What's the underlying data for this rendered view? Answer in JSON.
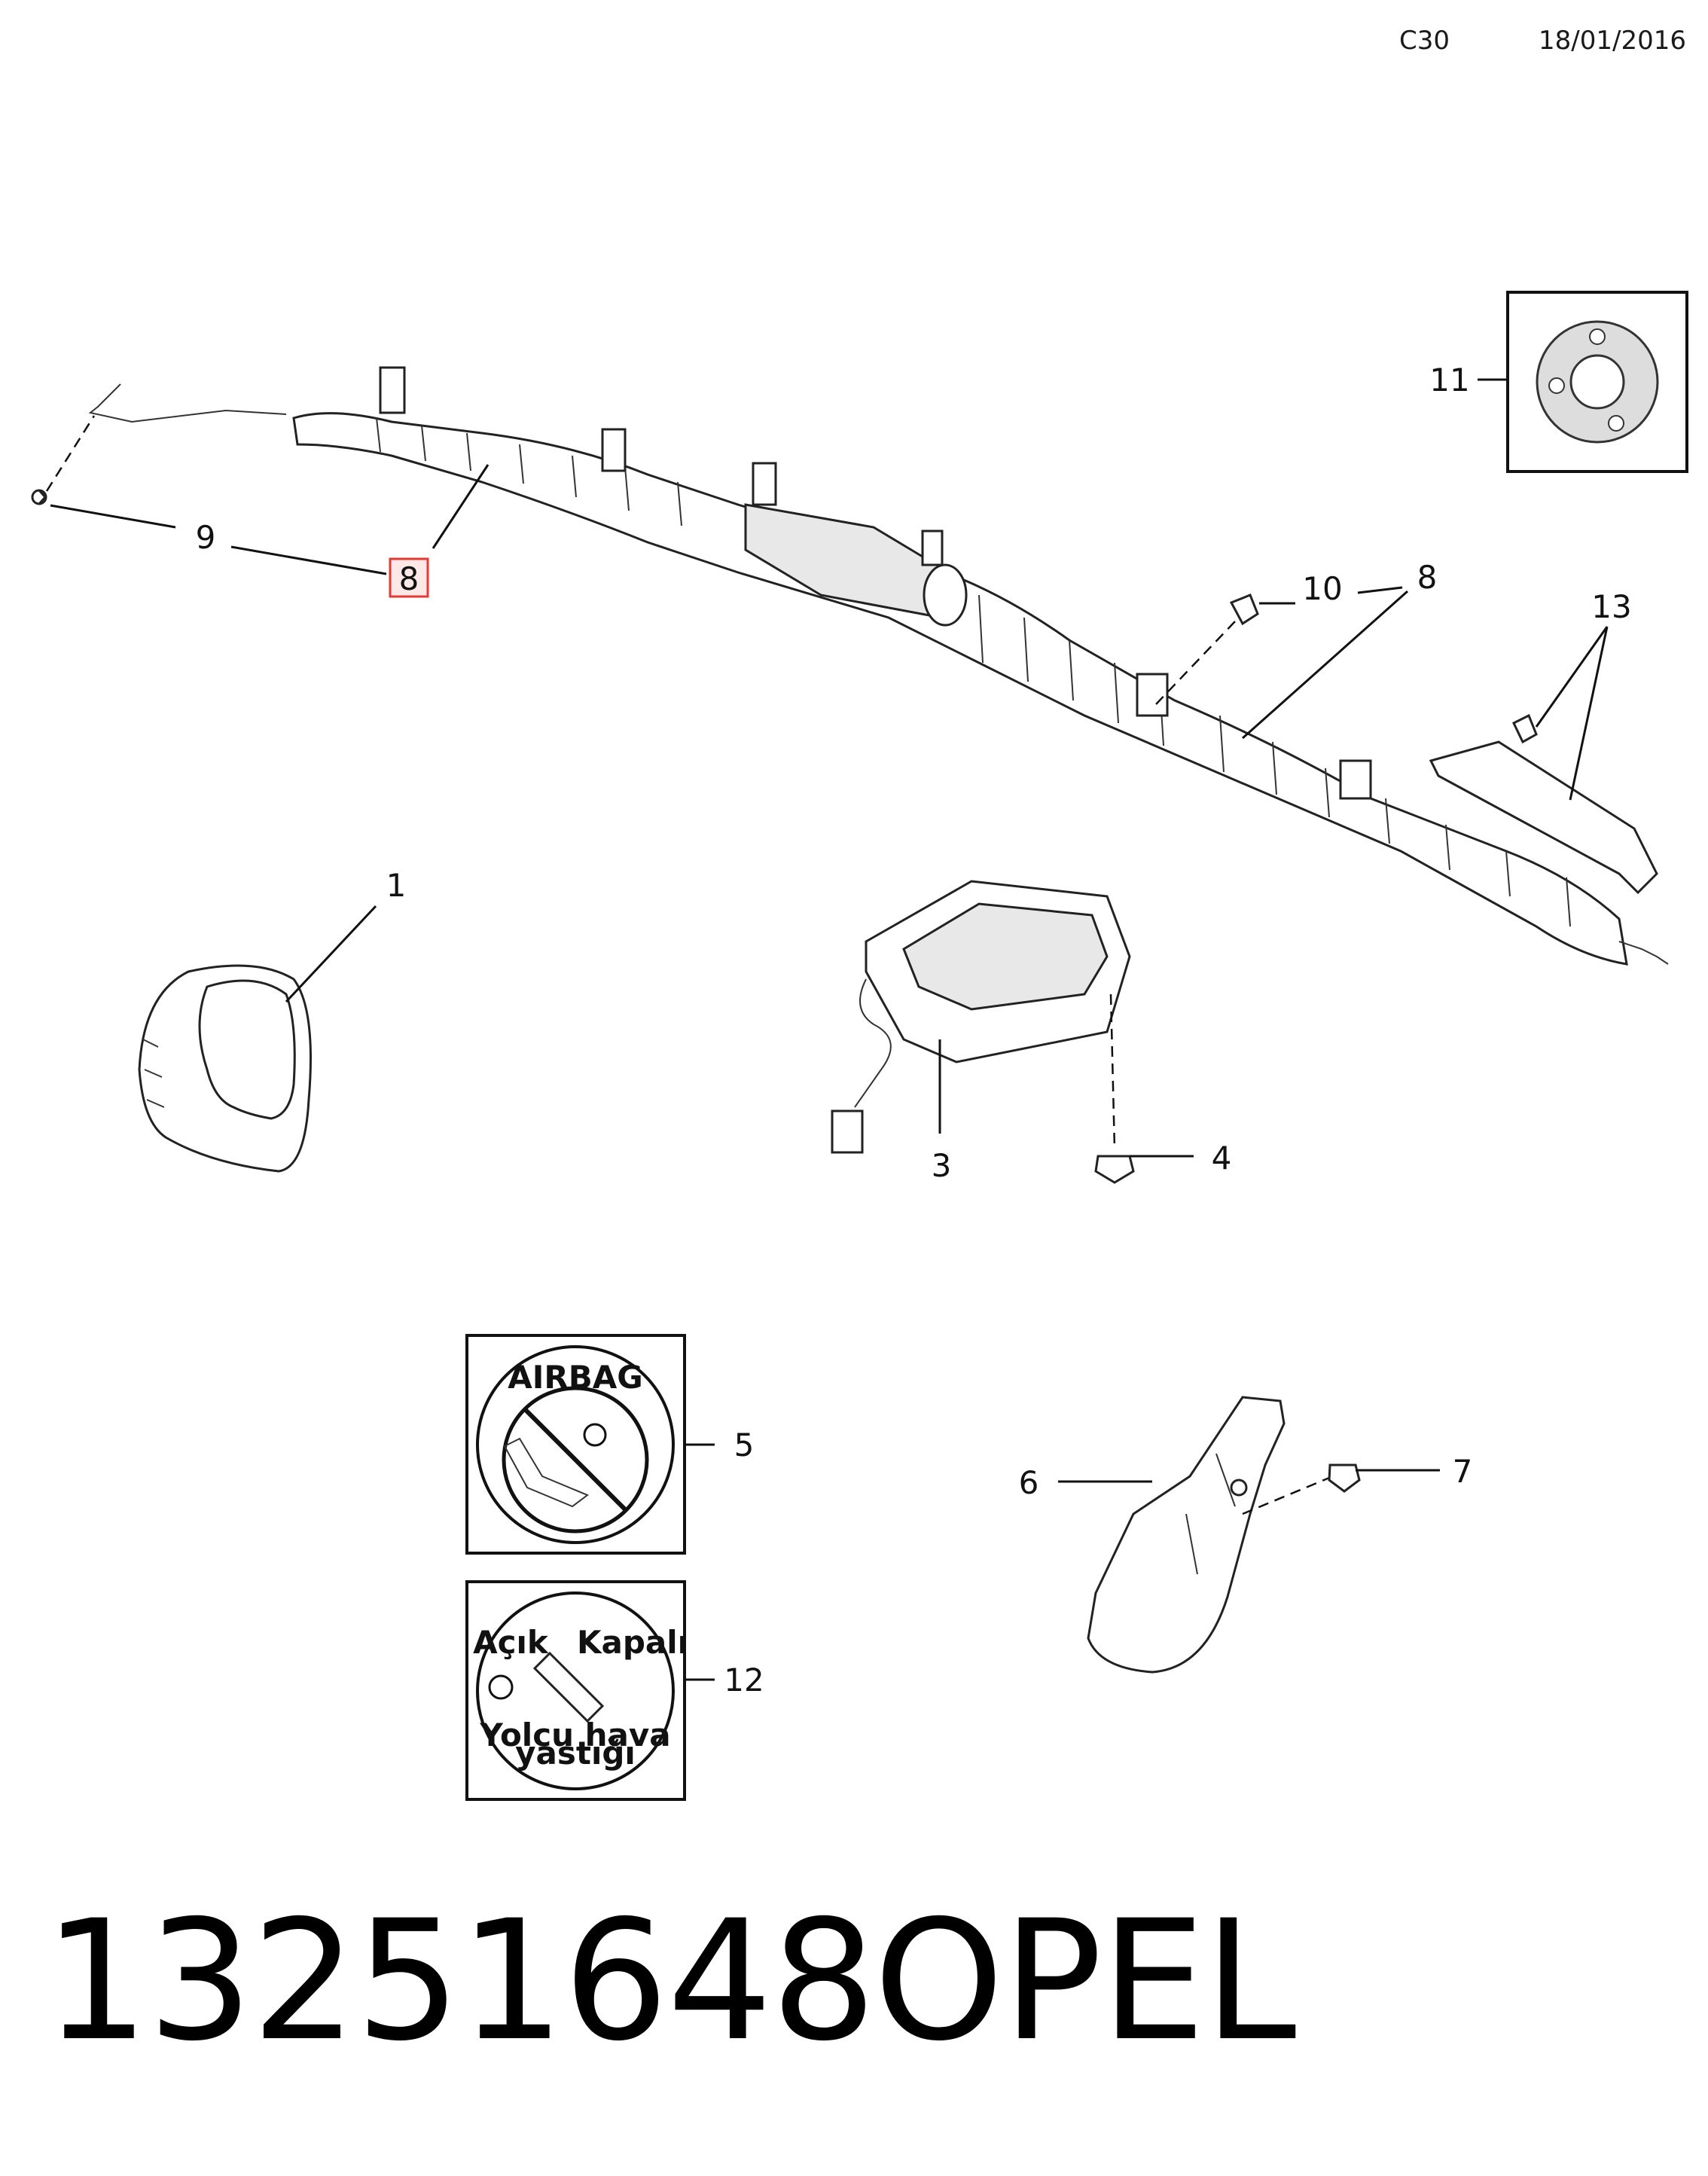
{
  "header": {
    "code": "C30",
    "date": "18/01/2016"
  },
  "callouts": {
    "c1": "1",
    "c3": "3",
    "c4": "4",
    "c5": "5",
    "c6": "6",
    "c7": "7",
    "c8a": "8",
    "c8b": "8",
    "c9": "9",
    "c10": "10",
    "c11": "11",
    "c12": "12",
    "c13": "13"
  },
  "highlight": {
    "callout": "8",
    "color": "#e53935"
  },
  "label_12": {
    "on": "Açık",
    "off": "Kapalı",
    "caption_line1": "Yolcu hava",
    "caption_line2": "yastığı"
  },
  "label_5": {
    "text": "AIRBAG"
  },
  "footer": {
    "part_number": "13251648",
    "brand": "OPEL"
  }
}
